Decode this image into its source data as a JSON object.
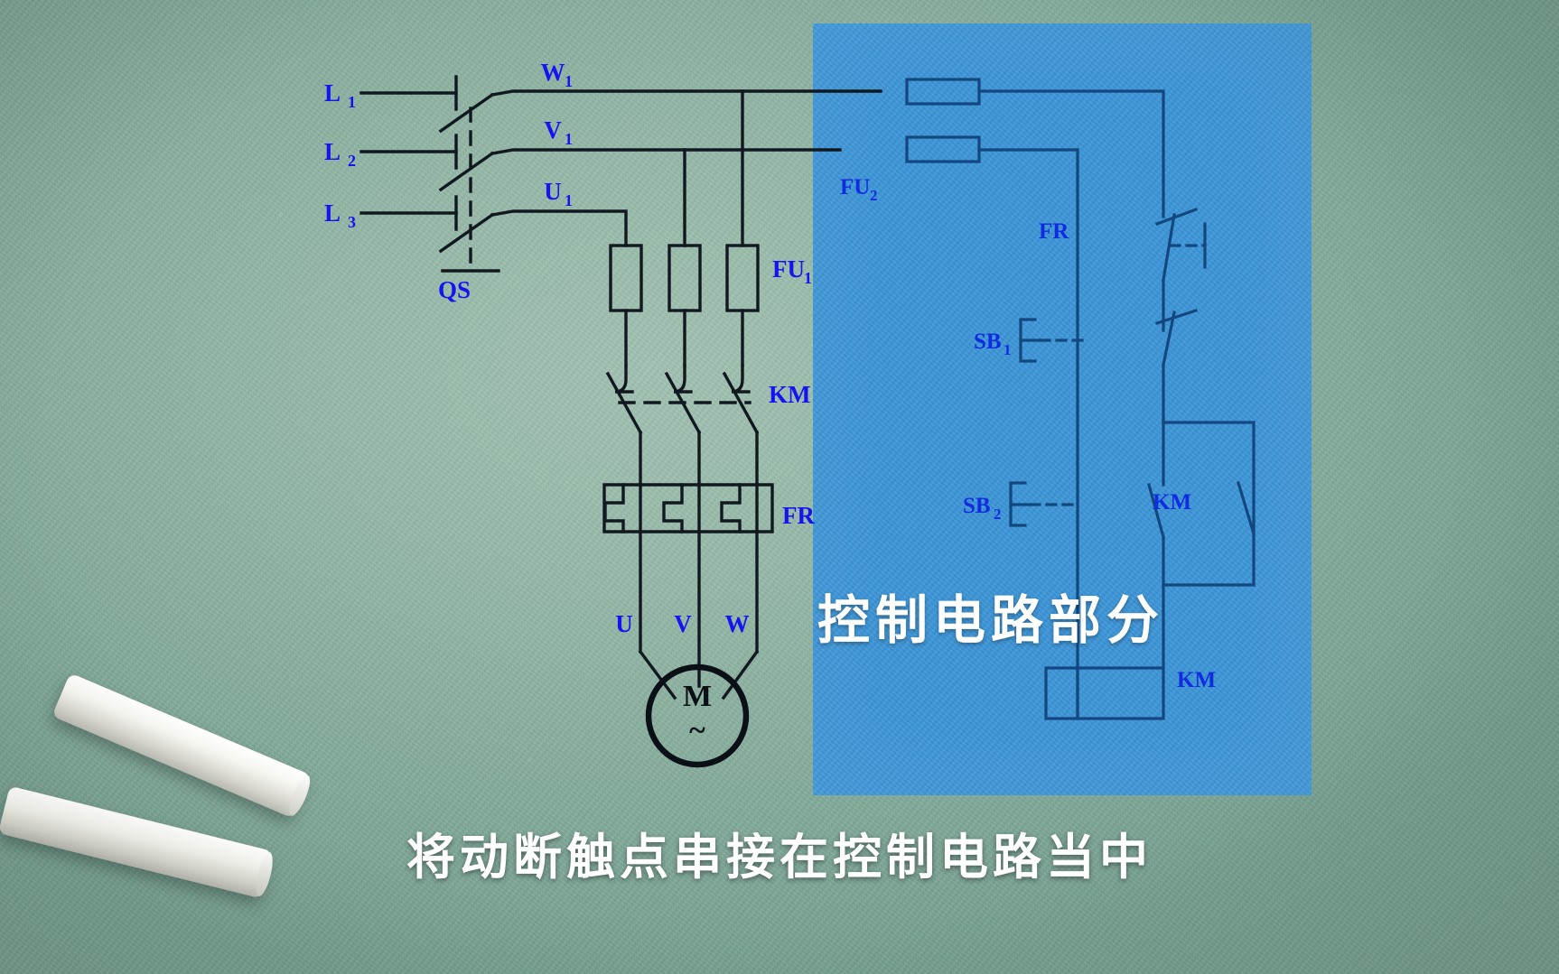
{
  "scene": {
    "background_color": "#8cb3a3",
    "overlay_color": "#3b95d8",
    "main_circuit_color": "#111820",
    "control_circuit_color": "#13477f",
    "label_color": "#1414f0",
    "panel_title": "控制电路部分",
    "subtitle": "将动断触点串接在控制电路当中"
  },
  "power_circuit": {
    "supply_lines": [
      {
        "name": "L1",
        "base": "L",
        "sub": "1"
      },
      {
        "name": "L2",
        "base": "L",
        "sub": "2"
      },
      {
        "name": "L3",
        "base": "L",
        "sub": "3"
      }
    ],
    "switch": {
      "label": "QS",
      "type": "knife-switch",
      "poles": 3
    },
    "outgoing_phases": [
      {
        "name": "W1",
        "base": "W",
        "sub": "1"
      },
      {
        "name": "V1",
        "base": "V",
        "sub": "1"
      },
      {
        "name": "U1",
        "base": "U",
        "sub": "1"
      }
    ],
    "fuse_main": {
      "label": "FU1",
      "base": "FU",
      "sub": "1",
      "count": 3
    },
    "contactor_main": {
      "label": "KM",
      "type": "normally-open-main-contacts",
      "count": 3
    },
    "thermal_relay": {
      "label": "FR",
      "type": "heater-elements",
      "count": 3
    },
    "motor_terminals": [
      {
        "name": "U"
      },
      {
        "name": "V"
      },
      {
        "name": "W"
      }
    ],
    "motor": {
      "label": "M",
      "sublabel": "~",
      "type": "ac-motor"
    }
  },
  "control_circuit": {
    "fuse_control": {
      "label": "FU2",
      "base": "FU",
      "sub": "2",
      "count": 2
    },
    "elements": [
      {
        "label": "FR",
        "type": "normally-closed-contact",
        "role": "thermal-overload-contact"
      },
      {
        "label": "SB1",
        "base": "SB",
        "sub": "1",
        "type": "normally-closed-pushbutton",
        "role": "stop-button"
      },
      {
        "label": "SB2",
        "base": "SB",
        "sub": "2",
        "type": "normally-open-pushbutton",
        "role": "start-button"
      },
      {
        "label": "KM",
        "type": "normally-open-auxiliary-contact",
        "role": "holding-contact"
      },
      {
        "label": "KM",
        "type": "coil",
        "role": "contactor-coil"
      }
    ]
  }
}
